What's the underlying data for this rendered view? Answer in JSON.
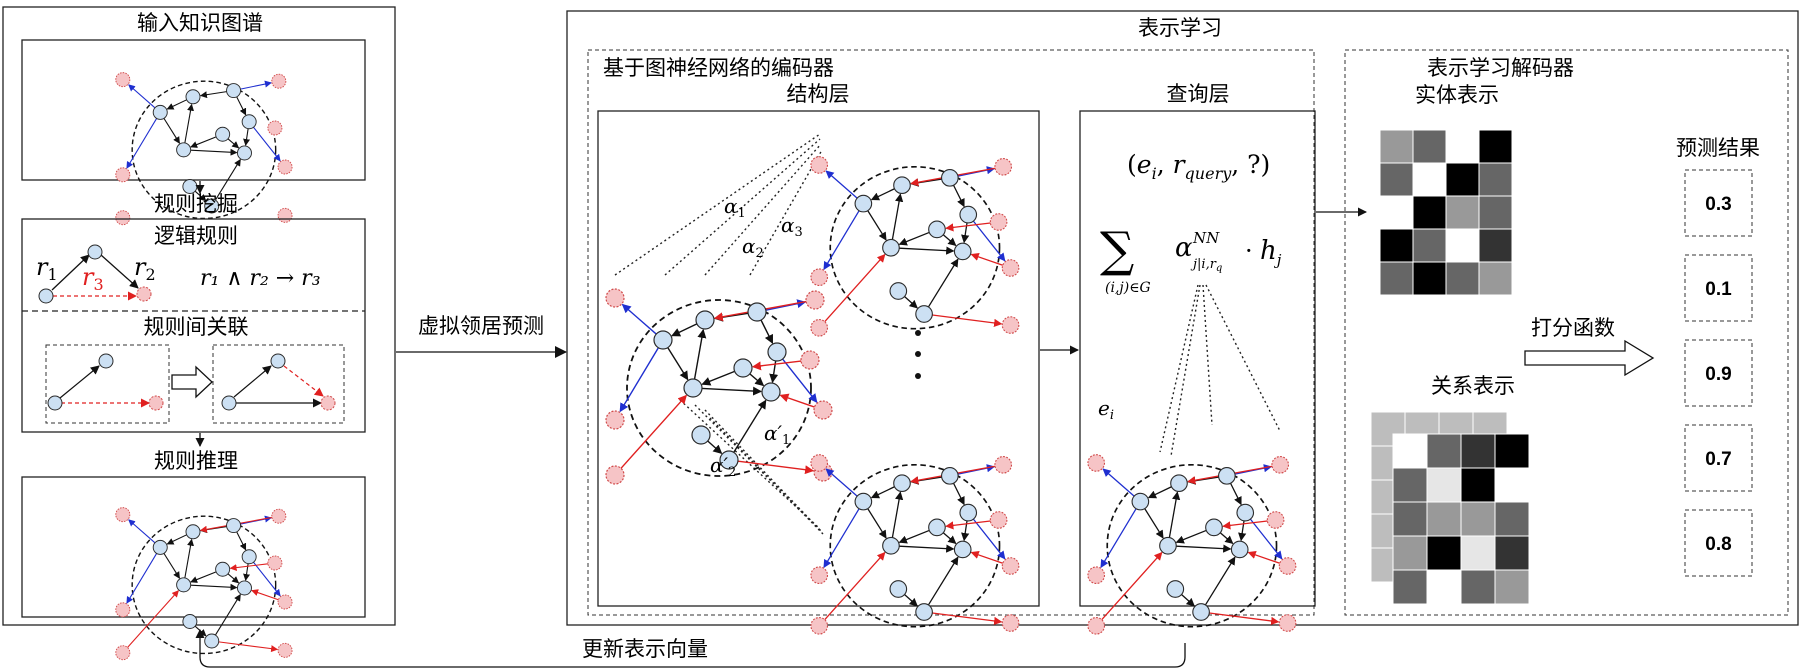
{
  "colors": {
    "node_fill": "#cce0f3",
    "node_stroke": "#2b2b2b",
    "virtual_fill": "#f6c4c6",
    "virtual_stroke": "#d04a4a",
    "edge_black": "#111111",
    "edge_blue": "#1f2fd0",
    "edge_red": "#e02020"
  },
  "icons": [
    "knowledge-graph-icon",
    "arrow-icon",
    "hollow-arrow-icon",
    "matrix-icon"
  ],
  "left_panel": {
    "input_kg_title": "输入知识图谱",
    "rule_mining_label": "规则挖掘",
    "logic_rules_title": "逻辑规则",
    "rule_r1": "r",
    "rule_r1_sub": "1",
    "rule_r2": "r",
    "rule_r2_sub": "2",
    "rule_r3": "r",
    "rule_r3_sub": "3",
    "rule_formula": "r₁ ∧ r₂ → r₃",
    "rule_correlation_title": "规则间关联",
    "rule_reasoning_title": "规则推理"
  },
  "virtual_neighbor_label": "虚拟领居预测",
  "update_label": "更新表示向量",
  "repr_learning": {
    "title": "表示学习",
    "encoder": {
      "title": "基于图神经网络的编码器",
      "structure_layer": {
        "title": "结构层",
        "alpha1": "α",
        "alpha1_sub": "1",
        "alpha2": "α",
        "alpha2_sub": "2",
        "alpha3": "α",
        "alpha3_sub": "3",
        "alpha1p": "α′",
        "alpha1p_sub": "1",
        "alpha2p": "α′",
        "alpha2p_sub": "2"
      },
      "query_layer": {
        "title": "查询层",
        "query_tuple_open": "(",
        "query_e": "e",
        "query_e_sub": "i",
        "query_comma1": ", ",
        "query_r": "r",
        "query_r_sub": "query",
        "query_rest": ", ?)",
        "sum_symbol": "∑",
        "sum_sub": "(i,j)∈G",
        "alpha": "α",
        "alpha_sup": "NN",
        "alpha_sub": "j|i,r",
        "alpha_subsub": "q",
        "dot": "·",
        "h": "h",
        "h_sub": "j",
        "ei": "e",
        "ei_sub": "i"
      }
    },
    "decoder": {
      "title": "表示学习解码器",
      "entity_repr_label": "实体表示",
      "relation_repr_label": "关系表示",
      "scoring_label": "打分函数",
      "prediction_title": "预测结果",
      "scores": [
        "0.3",
        "0.1",
        "0.9",
        "0.7",
        "0.8"
      ],
      "entity_matrix": [
        [
          "#999999",
          "#666666",
          "#ffffff",
          "#000000"
        ],
        [
          "#666666",
          "#ffffff",
          "#000000",
          "#666666"
        ],
        [
          "#ffffff",
          "#000000",
          "#999999",
          "#666666"
        ],
        [
          "#000000",
          "#666666",
          "#ffffff",
          "#333333"
        ],
        [
          "#666666",
          "#000000",
          "#666666",
          "#999999"
        ]
      ],
      "relation_matrix": [
        [
          "#ffffff",
          "#666666",
          "#333333",
          "#000000"
        ],
        [
          "#666666",
          "#e6e6e6",
          "#000000",
          "#ffffff"
        ],
        [
          "#666666",
          "#999999",
          "#999999",
          "#666666"
        ],
        [
          "#999999",
          "#000000",
          "#e6e6e6",
          "#333333"
        ],
        [
          "#666666",
          "#ffffff",
          "#666666",
          "#999999"
        ]
      ]
    }
  }
}
